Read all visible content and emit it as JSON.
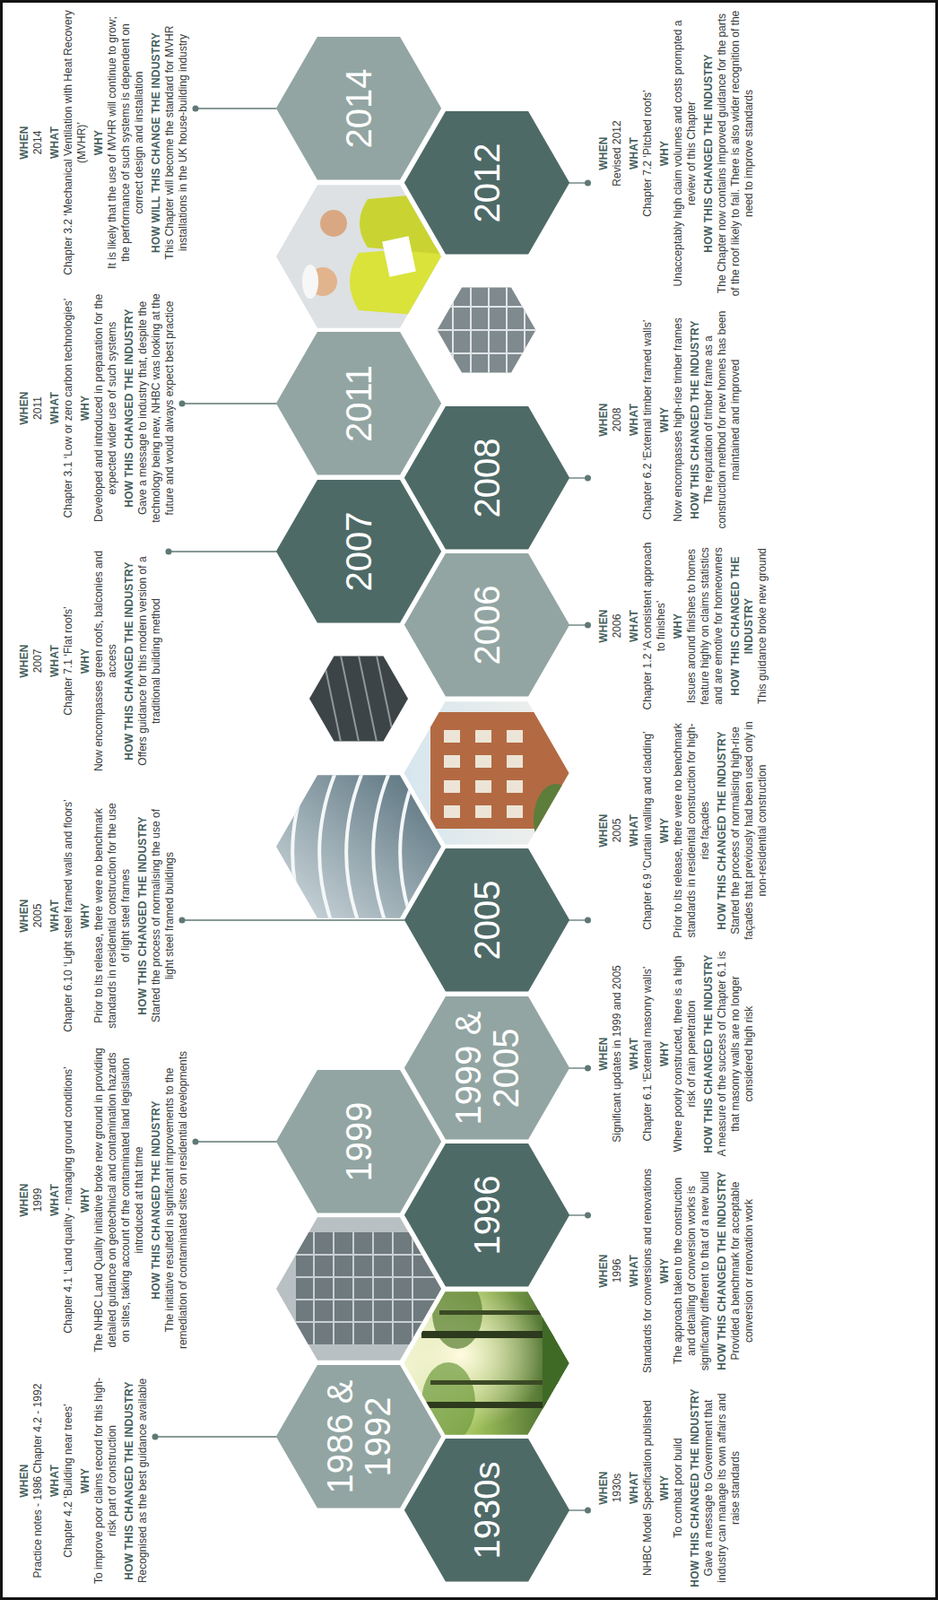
{
  "diagram": {
    "nodes": [
      {
        "text": [
          "1930s"
        ]
      },
      {
        "text": [
          "1986 & 1992"
        ]
      },
      {
        "text": [
          "1996"
        ]
      },
      {
        "text": [
          "1999"
        ]
      },
      {
        "text": [
          "1999 & 2005"
        ]
      },
      {
        "text": [
          "2005"
        ]
      },
      {
        "text": [
          "2006"
        ]
      },
      {
        "text": [
          "2007"
        ]
      },
      {
        "text": [
          "2008"
        ]
      },
      {
        "text": [
          "2011"
        ]
      },
      {
        "text": [
          "2012"
        ]
      },
      {
        "text": [
          "2014"
        ]
      }
    ],
    "labels": [
      "WHEN",
      "1930s",
      "WHAT",
      "NHBC Model Specification published",
      "WHY",
      "To combat poor build",
      "HOW THIS CHANGED THE INDUSTRY",
      "Gave a message to Government that industry can manage its own affairs and raise standards",
      "WHEN",
      "Practice notes - 1986 Chapter 4.2 - 1992",
      "WHAT",
      "Chapter 4.2 ‘Building near trees’",
      "WHY",
      "To improve poor claims record for this high-risk part of construction",
      "HOW THIS CHANGED THE INDUSTRY",
      "Recognised as the best guidance available",
      "WHEN",
      "1996",
      "WHAT",
      "Standards for conversions and renovations",
      "WHY",
      "The approach taken to the construction and detailing of conversion works is significantly different to that of a new build",
      "HOW THIS CHANGED THE INDUSTRY",
      "Provided a benchmark for acceptable conversion or renovation work",
      "WHEN",
      "1999",
      "WHAT",
      "Chapter 4.1 ‘Land quality - managing ground conditions’",
      "WHY",
      "The NHBC Land Quality initiative broke new ground in providing detailed guidance on geotechnical and contamination hazards on sites, taking account of the contaminated land legislation introduced at that time",
      "HOW THIS CHANGED THE INDUSTRY",
      "The initiative resulted in significant improvements to the remediation of contaminated sites on residential developments",
      "WHEN",
      "Significant updates in 1999 and 2005",
      "WHAT",
      "Chapter 6.1 ‘External masonry walls’",
      "WHY",
      "Where poorly constructed, there is a high risk of rain penetration",
      "HOW THIS CHANGED THE INDUSTRY",
      "A measure of the success of Chapter 6.1 is that masonry walls are no longer considered high risk",
      "WHEN",
      "2005",
      "WHAT",
      "Chapter 6.10 ‘Light steel framed walls and floors’",
      "WHY",
      "Prior to its release, there were no benchmark standards in residential construction for the use of light steel frames",
      "HOW THIS CHANGED THE INDUSTRY",
      "Started the process of normalising the use of light steel framed buildings",
      "WHEN",
      "2005",
      "WHAT",
      "Chapter 6.9 ‘Curtain walling and cladding’",
      "WHY",
      "Prior to its release, there were no benchmark standards in residential construction for high-rise façades",
      "HOW THIS CHANGED THE INDUSTRY",
      "Started the process of normalising high-rise façades that previously had been used only in non-residential construction",
      "WHEN",
      "2006",
      "WHAT",
      "Chapter 1.2 ‘A consistent approach to finishes’",
      "WHY",
      "Issues around finishes to homes feature highly on claims statistics and are emotive for homeowners",
      "HOW THIS CHANGED THE INDUSTRY",
      "This guidance broke new ground",
      "WHEN",
      "2007",
      "WHAT",
      "Chapter 7.1 ‘Flat roofs’",
      "WHY",
      "Now encompasses green roofs, balconies and access",
      "HOW THIS CHANGED THE INDUSTRY",
      "Offers guidance for this modern version of a traditional building method",
      "WHEN",
      "2008",
      "WHAT",
      "Chapter 6.2 ‘External timber framed walls’",
      "WHY",
      "Now encompasses high-rise timber frames",
      "HOW THIS CHANGED THE INDUSTRY",
      "The reputation of timber frame as a construction method for new homes has been maintained and improved",
      "WHEN",
      "2011",
      "WHAT",
      "Chapter 3.1 ‘Low or zero carbon technologies’",
      "WHY",
      "Developed and introduced in preparation for the expected wider use of such systems",
      "HOW THIS CHANGED THE INDUSTRY",
      "Gave a message to industry that, despite the technology being new, NHBC was looking at the future and would always expect best practice",
      "WHEN",
      "Revised 2012",
      "WHAT",
      "Chapter 7.2 ‘Pitched roofs’",
      "WHY",
      "Unacceptably high claim volumes and costs prompted a review of this Chapter",
      "HOW THIS CHANGED THE INDUSTRY",
      "The Chapter now contains improved guidance for the parts of the roof likely to fail. There is also wider recognition of the need to improve standards",
      "WHEN",
      "2014",
      "WHAT",
      "Chapter 3.2 ‘Mechanical Ventilation with Heat Recovery (MVHR)’",
      "WHY",
      "It is likely that the use of MVHR will continue to grow; the performance of such systems is dependent on correct design and installation",
      "HOW WILL THIS CHANGE THE INDUSTRY",
      "This Chapter will become the standard for MVHR installations in the UK house-building industry"
    ]
  }
}
